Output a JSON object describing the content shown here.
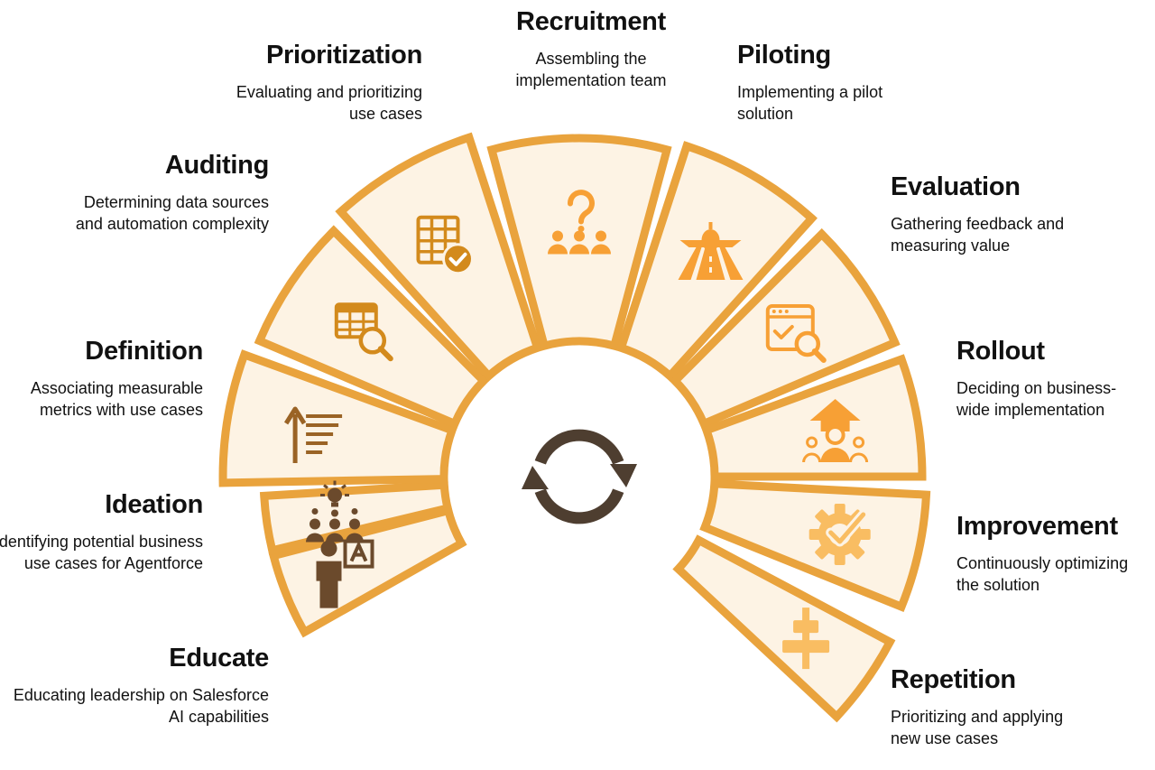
{
  "colors": {
    "outline": "#E9A33D",
    "fill": "#FDF3E4",
    "dark_icon": "#6B4A2C",
    "brown_icon": "#9A6325",
    "gold_icon": "#D38A1C",
    "orange_icon": "#F7A035",
    "light_icon": "#F9BD62",
    "cycle": "#4E3E30"
  },
  "stages": [
    {
      "title": "Educate",
      "description": "Educating leadership on Salesforce AI capabilities",
      "icon": "teacher-board-icon"
    },
    {
      "title": "Ideation",
      "description": "Identifying potential business use cases for Agentforce",
      "icon": "lightbulb-team-icon"
    },
    {
      "title": "Definition",
      "description": "Associating measurable metrics with use cases",
      "icon": "arrow-list-icon"
    },
    {
      "title": "Auditing",
      "description": "Determining data sources and automation complexity",
      "icon": "table-search-icon"
    },
    {
      "title": "Prioritization",
      "description": "Evaluating and prioritizing use cases",
      "icon": "grid-check-icon"
    },
    {
      "title": "Recruitment",
      "description": "Assembling the implementation team",
      "icon": "team-question-icon"
    },
    {
      "title": "Piloting",
      "description": "Implementing a pilot solution",
      "icon": "airplane-runway-icon"
    },
    {
      "title": "Evaluation",
      "description": "Gathering feedback and measuring value",
      "icon": "window-check-icon"
    },
    {
      "title": "Rollout",
      "description": "Deciding on business-wide implementation",
      "icon": "person-up-arrow-icon"
    },
    {
      "title": "Improvement",
      "description": "Continuously optimizing the solution",
      "icon": "gear-check-icon"
    },
    {
      "title": "Repetition",
      "description": "Prioritizing and applying new use cases",
      "icon": "align-center-icon"
    }
  ],
  "center_icon": "refresh-cycle-icon"
}
